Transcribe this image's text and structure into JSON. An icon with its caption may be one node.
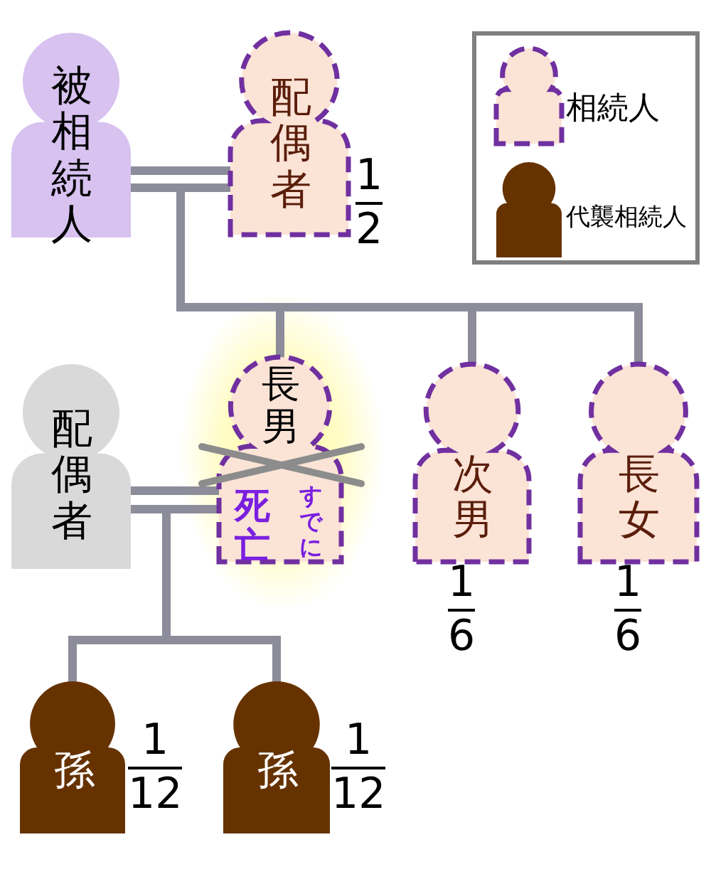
{
  "diagram": {
    "nodes": [
      {
        "text": [
          "被相続人"
        ]
      },
      {
        "text": [
          "配偶者"
        ],
        "beside": [
          "1",
          "2"
        ]
      },
      {
        "text": [
          "長男",
          "死亡",
          "すでに"
        ]
      },
      {
        "text": [
          "次男"
        ],
        "beside": [
          "1",
          "6"
        ]
      },
      {
        "text": [
          "長女"
        ],
        "beside": [
          "1",
          "6"
        ]
      },
      {
        "text": [
          "配偶者"
        ]
      },
      {
        "text": [
          "孫"
        ],
        "beside": [
          "1",
          "12"
        ]
      },
      {
        "text": [
          "孫"
        ],
        "beside": [
          "1",
          "12"
        ]
      }
    ],
    "edges": [
      {
        "from": 0,
        "to": 1,
        "arrow": "none"
      },
      {
        "from": 5,
        "to": 2,
        "arrow": "none"
      },
      {
        "from": null,
        "to": 2,
        "arrow": "none"
      },
      {
        "from": null,
        "to": 3,
        "arrow": "none"
      },
      {
        "from": null,
        "to": 4,
        "arrow": "none"
      },
      {
        "from": 2,
        "to": 6,
        "arrow": "none"
      },
      {
        "from": 2,
        "to": 7,
        "arrow": "none"
      }
    ],
    "legend": [
      {
        "text": "相続人"
      },
      {
        "text": "代襲相続人"
      }
    ]
  }
}
